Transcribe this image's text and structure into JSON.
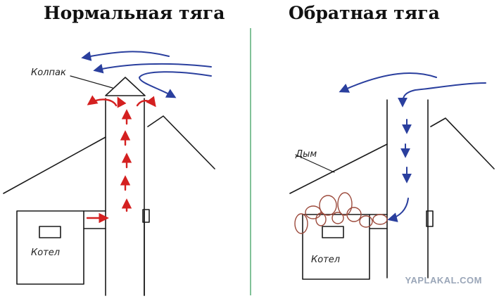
{
  "left_panel": {
    "title": "Нормальная тяга",
    "cap_label": "Колпак",
    "boiler_label": "Котел"
  },
  "right_panel": {
    "title": "Обратная тяга",
    "smoke_label": "Дым",
    "boiler_label": "Котел"
  },
  "watermark": "YAPLAKAL.COM",
  "colors": {
    "ink": "#1a1a1a",
    "wind": "#2a3f9e",
    "flow": "#d42020",
    "smoke": "#9c4a3c",
    "divider": "#2e9a55"
  }
}
